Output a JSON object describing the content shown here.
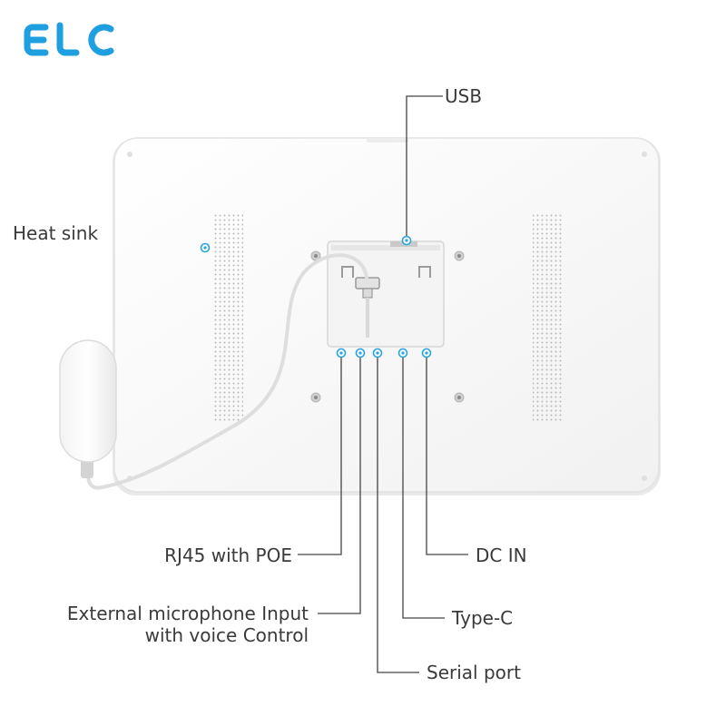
{
  "brand": {
    "logo_text": "ELC",
    "logo_color": "#1e9fe0"
  },
  "colors": {
    "leader_line": "#444444",
    "dot": "#27a3e3",
    "device_body": "#fafafa",
    "device_edge": "#e4e4e4"
  },
  "labels": {
    "usb": "USB",
    "heat_sink": "Heat sink",
    "rj45": "RJ45 with POE",
    "mic_line1": "External microphone Input",
    "mic_line2": "with voice Control",
    "serial": "Serial port",
    "type_c": "Type-C",
    "dc_in": "DC IN"
  }
}
